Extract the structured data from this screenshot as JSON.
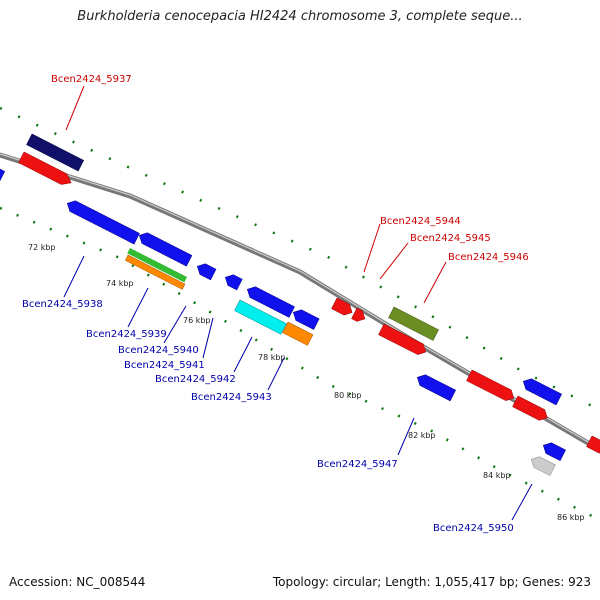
{
  "title": "Burkholderia cenocepacia HI2424 chromosome 3, complete seque...",
  "footer": {
    "accession": "Accession: NC_008544",
    "summary": "Topology: circular; Length: 1,055,417 bp; Genes: 923"
  },
  "scale": {
    "kb72": "72 kbp",
    "kb74": "74 kbp",
    "kb76": "76 kbp",
    "kb78": "78 kbp",
    "kb80": "80 kbp",
    "kb82": "82 kbp",
    "kb84": "84 kbp",
    "kb86": "86 kbp"
  },
  "genes": {
    "g5937": "Bcen2424_5937",
    "g5938": "Bcen2424_5938",
    "g5939": "Bcen2424_5939",
    "g5940": "Bcen2424_5940",
    "g5941": "Bcen2424_5941",
    "g5942": "Bcen2424_5942",
    "g5943": "Bcen2424_5943",
    "g5944": "Bcen2424_5944",
    "g5945": "Bcen2424_5945",
    "g5946": "Bcen2424_5946",
    "g5947": "Bcen2424_5947",
    "g5950": "Bcen2424_5950"
  },
  "colors": {
    "forward_label": "#cc0000",
    "reverse_label": "#0000aa",
    "backbone": "#8c8c8c",
    "tick": "#117711"
  }
}
